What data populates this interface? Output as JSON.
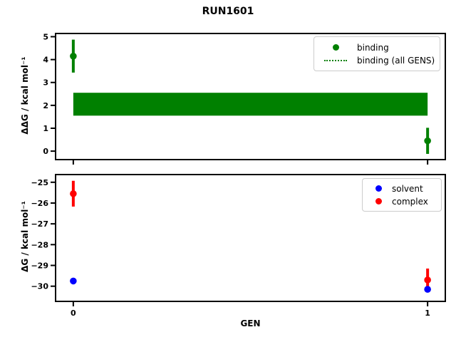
{
  "figure": {
    "title": "RUN1601",
    "background_color": "#ffffff"
  },
  "chart_data": [
    {
      "type": "scatter",
      "panel": "top",
      "ylabel": "ΔΔG / kcal mol⁻¹",
      "xlim": [
        -0.05,
        1.05
      ],
      "ylim": [
        -0.37,
        5.14
      ],
      "xticks": [
        0,
        1
      ],
      "xticklabels": [],
      "yticks": [
        0,
        1,
        2,
        3,
        4,
        5
      ],
      "yticklabels": [
        "0",
        "1",
        "2",
        "3",
        "4",
        "5"
      ],
      "grid": false,
      "legend_position": "upper right",
      "series": [
        {
          "name": "binding",
          "color": "#008000",
          "marker": "o",
          "x": [
            0,
            1
          ],
          "y": [
            4.15,
            0.45
          ],
          "yerr": [
            0.72,
            0.57
          ]
        }
      ],
      "band": {
        "name": "binding (all GENS)",
        "color": "#008000",
        "x_range": [
          0,
          1
        ],
        "y_center": 2.05,
        "y_halfwidth": 0.5,
        "style": "solid band (dotted line in legend)"
      },
      "legend": [
        {
          "label": "binding",
          "marker": "dot",
          "color": "#008000"
        },
        {
          "label": "binding (all GENS)",
          "marker": "dotted-line",
          "color": "#008000"
        }
      ]
    },
    {
      "type": "scatter",
      "panel": "bottom",
      "xlabel": "GEN",
      "ylabel": "ΔG / kcal mol⁻¹",
      "xlim": [
        -0.05,
        1.05
      ],
      "ylim": [
        -30.73,
        -24.63
      ],
      "xticks": [
        0,
        1
      ],
      "xticklabels": [
        "0",
        "1"
      ],
      "yticks": [
        -30,
        -29,
        -28,
        -27,
        -26,
        -25
      ],
      "yticklabels": [
        "−30",
        "−29",
        "−28",
        "−27",
        "−26",
        "−25"
      ],
      "grid": false,
      "legend_position": "upper right",
      "series": [
        {
          "name": "solvent",
          "color": "#0000ff",
          "marker": "o",
          "x": [
            0,
            1
          ],
          "y": [
            -29.75,
            -30.15
          ],
          "yerr": [
            0.05,
            0.12
          ]
        },
        {
          "name": "complex",
          "color": "#ff0000",
          "marker": "o",
          "x": [
            0,
            1
          ],
          "y": [
            -25.55,
            -29.7
          ],
          "yerr": [
            0.62,
            0.55
          ]
        }
      ],
      "legend": [
        {
          "label": "solvent",
          "marker": "dot",
          "color": "#0000ff"
        },
        {
          "label": "complex",
          "marker": "dot",
          "color": "#ff0000"
        }
      ]
    }
  ]
}
